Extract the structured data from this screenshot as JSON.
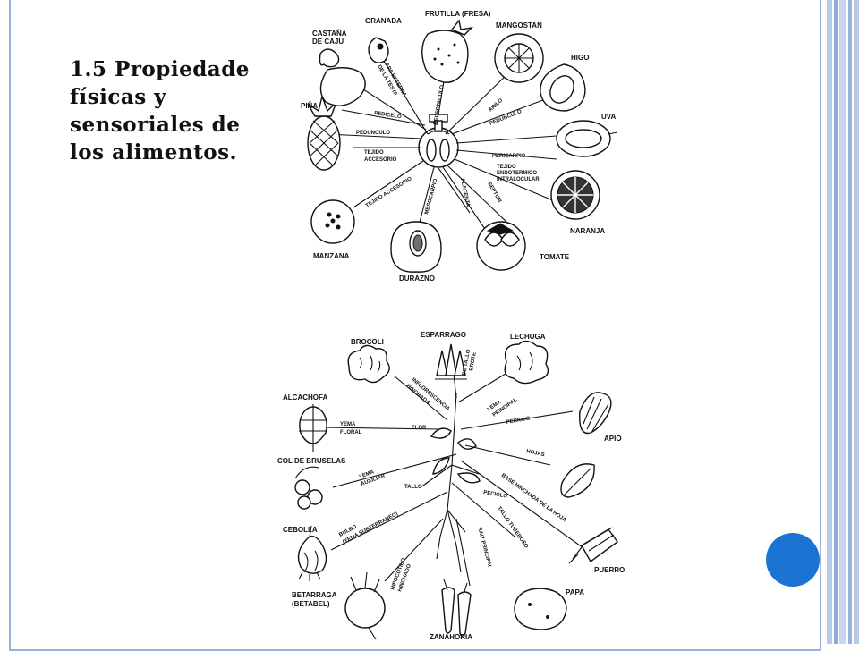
{
  "title": {
    "line1": "1.5 Propiedade",
    "line2": "físicas y",
    "line3": "sensoriales de",
    "line4": "los alimentos."
  },
  "fruit_diagram": {
    "fruits": {
      "castana": "CASTAÑA DE CAJU",
      "castana_l1": "CASTAÑA",
      "castana_l2": "DE CAJU",
      "granada": "GRANADA",
      "frutilla": "FRUTILLA (FRESA)",
      "mangostan": "MANGOSTAN",
      "higo": "HIGO",
      "uva": "UVA",
      "naranja": "NARANJA",
      "tomate": "TOMATE",
      "durazno": "DURAZNO",
      "manzana": "MANZANA",
      "pina": "PIÑA"
    },
    "parts": {
      "capa_externa": "CAPA EXTERNA",
      "de_la_testa": "DE LA TESTA",
      "receptaculo": "RECEPTACULO",
      "arilo": "ARILO",
      "pedunculo_right": "PEDUNCULO",
      "pericarpio": "PERICARPIO",
      "tejido_endo_1": "TEJIDO",
      "tejido_endo_2": "ENDOTERMICO",
      "tejido_endo_3": "INTRALOCULAR",
      "septum": "SEPTUM",
      "placenta": "PLACENTA",
      "mesocarpio": "MESOCARPIO",
      "tejido_acc_diag": "TEJIDO ACCESORIO",
      "tejido_acc_1": "TEJIDO",
      "tejido_acc_2": "ACCESORIO",
      "pedicelo": "PEDICELO",
      "pedunculo_left": "PEDUNCULO"
    }
  },
  "vegetable_diagram": {
    "vegetables": {
      "brocoli": "BROCOLI",
      "esparrago": "ESPARRAGO",
      "lechuga": "LECHUGA",
      "alcachofa": "ALCACHOFA",
      "apio": "APIO",
      "col": "COL DE BRUSELAS",
      "cebolla": "CEBOLLA",
      "puerro": "PUERRO",
      "betarraga_1": "BETARRAGA",
      "betarraga_2": "(BETABEL)",
      "zanahoria": "ZANAHORIA",
      "papa": "PAPA"
    },
    "parts": {
      "brote_1": "BROTE",
      "brote_2": "DE TALLO",
      "infl_1": "INFLORESCENCIA",
      "infl_2": "HINCHADA",
      "yema_p1": "YEMA",
      "yema_p2": "PRINCIPAL",
      "yema_f1": "YEMA",
      "yema_f2": "FLORAL",
      "flor": "FLOR",
      "peciolo_top": "PECIOLO",
      "hojas": "HOJAS",
      "yema_a1": "YEMA",
      "yema_a2": "AUXILIAR",
      "tallo": "TALLO",
      "base_hinchada": "BASE HINCHADA DE LA HOJA",
      "peciolo_low": "PECIOLO",
      "bulbo_1": "BULBO",
      "bulbo_2": "(YEMA SUBTERRANEO)",
      "tallo_tub": "TALLO TUBEROSO",
      "hipo_1": "HIPOCOTILO",
      "hipo_2": "HINCHADO",
      "raiz": "RAIZ PRINCIPAL"
    }
  },
  "colors": {
    "accent_circle": "#1c74d2",
    "border": "#9bb3dc"
  }
}
